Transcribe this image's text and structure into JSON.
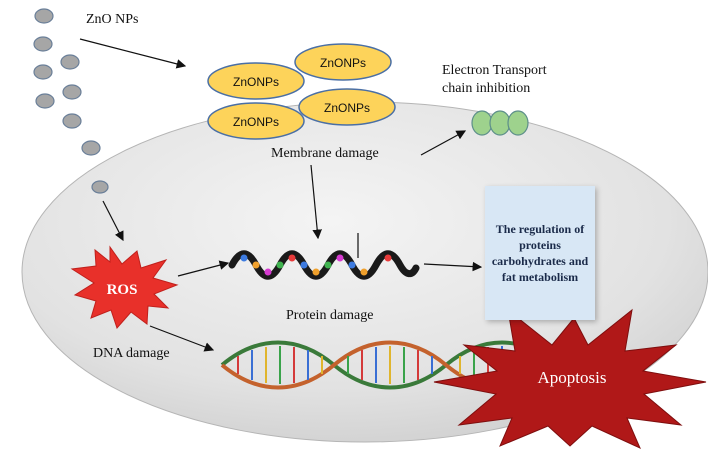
{
  "labels": {
    "nanoparticles": "ZnO NPs",
    "membrane_damage": "Membrane damage",
    "etc_line1": "Electron Transport",
    "etc_line2": "chain inhibition",
    "regulation": "The regulation of proteins carbohydrates and fat metabolism",
    "ros": "ROS",
    "protein_damage": "Protein damage",
    "dna_damage": "DNA damage",
    "apoptosis": "Apoptosis"
  },
  "particle_labels": [
    "ZnONPs",
    "ZnONPs",
    "ZnONPs",
    "ZnONPs"
  ],
  "colors": {
    "cell_fill": "#e3e3e3",
    "particle": "#a6a6a6",
    "particle_stroke": "#6a7f99",
    "znonp_fill": "#fdd35a",
    "znonp_stroke": "#4a6fa5",
    "etc_fill": "#9ed28d",
    "ros_fill": "#e8302a",
    "apoptosis_fill": "#b01818",
    "reg_box": "#d8e7f5"
  }
}
